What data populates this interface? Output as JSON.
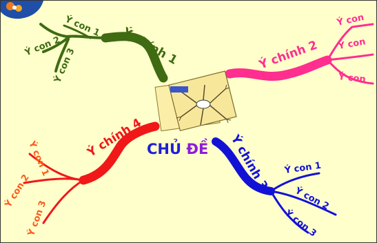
{
  "center": {
    "title_part1": "CHỦ",
    "title_part2": " ĐỀ",
    "colors": {
      "part1": "#1f1fd6",
      "part2": "#8b1fd6"
    },
    "picture_icon": "mindmap-papers-icon"
  },
  "branches": [
    {
      "label": "Ý chính 1",
      "color": "#3f6b12",
      "subs": [
        "Ý con 1",
        "Ý con 2",
        "Ý con 3"
      ]
    },
    {
      "label": "Ý chính 2",
      "color": "#ff2e8f",
      "subs": [
        "Ý con",
        "Ý con",
        "Ý con"
      ]
    },
    {
      "label": "Ý chính 3",
      "color": "#1212d6",
      "subs": [
        "Ý con 1",
        "Ý con 2",
        "Ý con 3"
      ]
    },
    {
      "label": "Ý chính 4",
      "color": "#f01818",
      "subs": [
        "Ý con 1",
        "Ý con 2",
        "Ý con 3"
      ]
    }
  ],
  "logo_icon": "flower-logo-icon",
  "colors": {
    "background": "#ffffcc",
    "sub4": "#ff5a1a"
  }
}
